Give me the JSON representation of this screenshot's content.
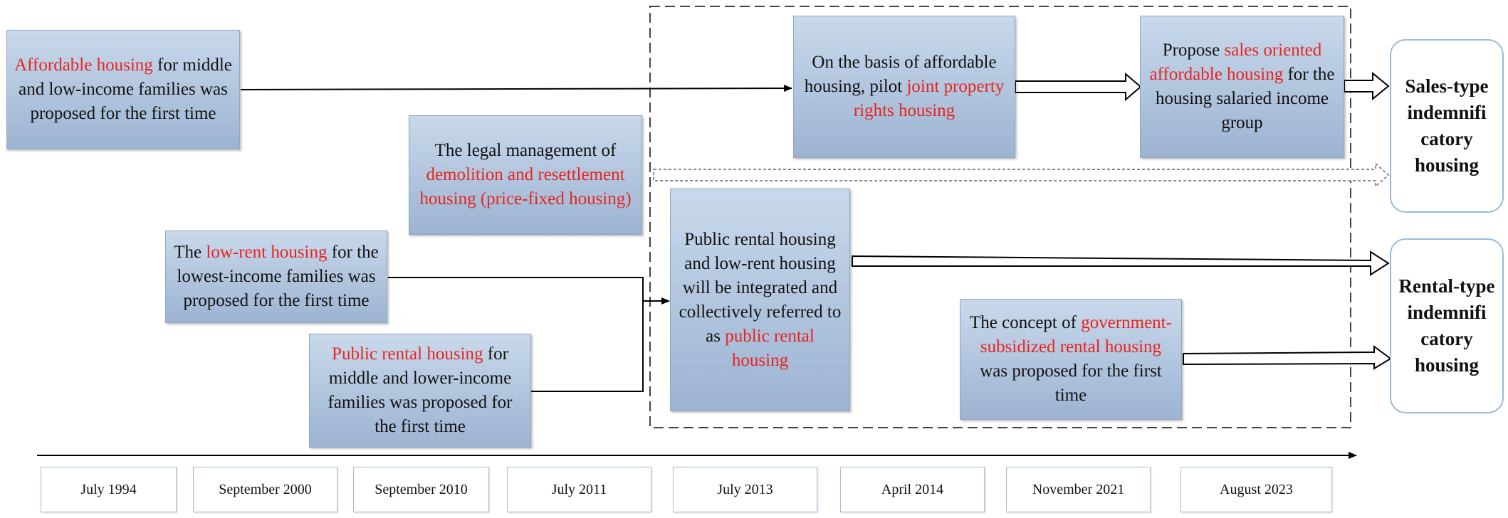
{
  "boxes": {
    "b1994": {
      "pre": "",
      "hl": "Affordable housing",
      "post": " for middle and low-income families was proposed for the first time"
    },
    "b2000": {
      "pre": "The ",
      "hl": "low-rent housing",
      "post": " for the lowest-income families was proposed for the first time"
    },
    "b2010": {
      "pre": "",
      "hl": "Public rental housing",
      "post": " for middle and lower-income families was proposed for the first time"
    },
    "b2011": {
      "pre": "The legal management of ",
      "hl": "demolition and resettlement housing (price-fixed housing)",
      "post": ""
    },
    "b2013": {
      "pre": "Public rental housing and low-rent housing will be integrated and collectively referred to as ",
      "hl": "public rental housing",
      "post": ""
    },
    "b2014": {
      "pre": "On the basis of affordable housing, pilot ",
      "hl": "joint property rights housing",
      "post": ""
    },
    "b2021": {
      "pre": "The concept of ",
      "hl": "government-subsidized rental housing",
      "post": " was proposed for the first time"
    },
    "b2023": {
      "pre": "Propose ",
      "hl": "sales oriented affordable housing",
      "post": " for the housing salaried income group"
    }
  },
  "outcomes": {
    "sales": "Sales-type indemnifi catory housing",
    "rental": "Rental-type indemnifi catory housing"
  },
  "timeline": [
    "July 1994",
    "September 2000",
    "September 2010",
    "July 2011",
    "July 2013",
    "April 2014",
    "November 2021",
    "August 2023"
  ],
  "colors": {
    "highlight": "#e8241f",
    "box_top": "#c9d9ec",
    "box_bottom": "#9cb3d1",
    "outcome_border": "#9bbad8"
  }
}
